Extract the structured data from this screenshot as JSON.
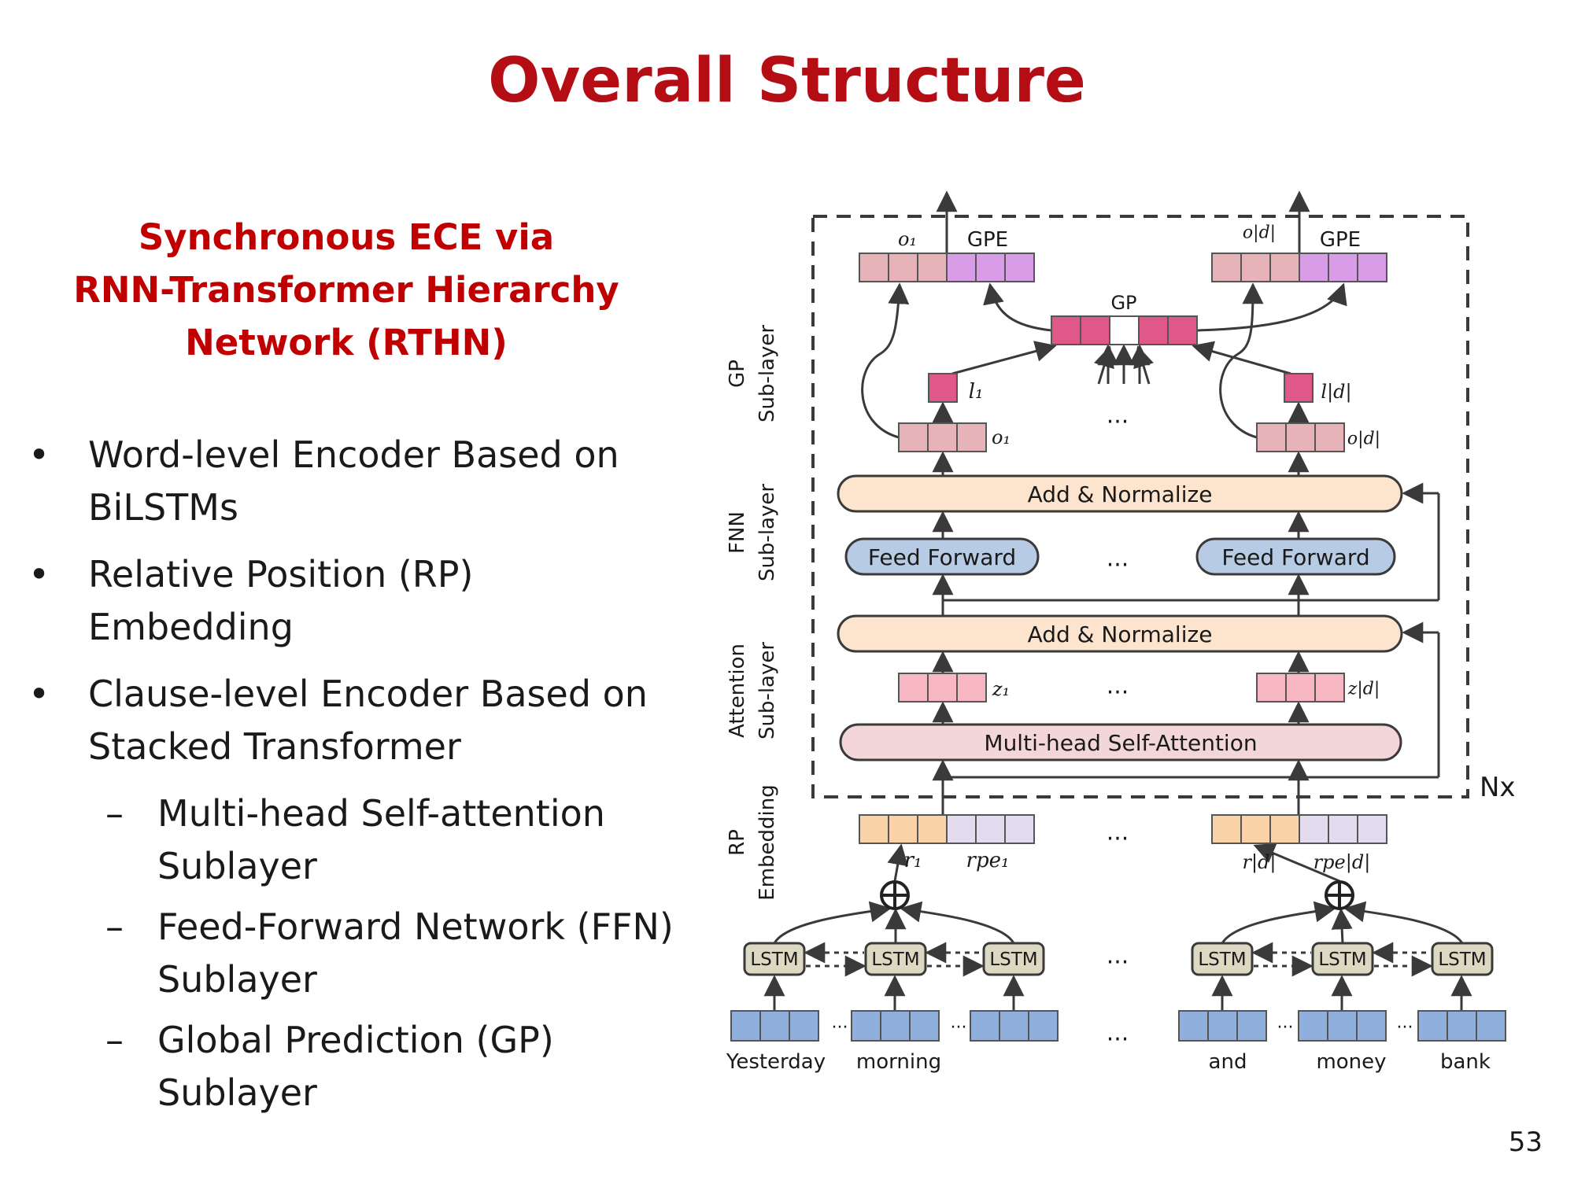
{
  "slide": {
    "title": "Overall Structure",
    "subtitle": [
      "Synchronous ECE via",
      "RNN-Transformer Hierarchy",
      "Network (RTHN)"
    ],
    "bullets": [
      {
        "marker": "•",
        "lines": [
          "Word-level Encoder Based on",
          "BiLSTMs"
        ]
      },
      {
        "marker": "•",
        "lines": [
          "Relative Position (RP)",
          "Embedding"
        ]
      },
      {
        "marker": "•",
        "lines": [
          "Clause-level Encoder Based on",
          "Stacked Transformer"
        ]
      }
    ],
    "subbullets": [
      {
        "marker": "–",
        "lines": [
          "Multi-head Self-attention",
          "Sublayer"
        ]
      },
      {
        "marker": "–",
        "lines": [
          "Feed-Forward Network (FFN)",
          "Sublayer"
        ]
      },
      {
        "marker": "–",
        "lines": [
          "Global Prediction (GP) Sublayer"
        ]
      }
    ],
    "page_number": "53"
  },
  "diagram": {
    "side_labels": {
      "gp": [
        "GP",
        "Sub-layer"
      ],
      "fnn": [
        "FNN",
        "Sub-layer"
      ],
      "attention": [
        "Attention",
        "Sub-layer"
      ],
      "rp": [
        "RP",
        "Embedding"
      ]
    },
    "nx": "Nx",
    "gp_top_label": "GP",
    "gpe_label": "GPE",
    "add_normalize": "Add & Normalize",
    "feed_forward": "Feed Forward",
    "self_attention": "Multi-head Self-Attention",
    "lstm": "LSTM",
    "ellipsis": "...",
    "words": [
      "Yesterday",
      "morning",
      "and",
      "money",
      "bank"
    ],
    "math": {
      "o1": "o₁",
      "od": "o|d|",
      "l1": "l₁",
      "ld": "l|d|",
      "z1": "z₁",
      "zd": "z|d|",
      "r1": "r₁",
      "rd": "r|d|",
      "rpe1": "rpe₁",
      "rped": "rpe|d|"
    },
    "colors": {
      "o_cell": "#e6b3b8",
      "gpe_cell": "#d89de6",
      "gp_cell": "#e0578a",
      "z_cell": "#f7b8c3",
      "rp_r_cell": "#fbd3a8",
      "rp_rpe_cell": "#e3dbee",
      "word_cell": "#8fb0dd",
      "lstm_box": "#ddd8c1",
      "add_norm": "#fde4cf",
      "feed_forward": "#b8cbe4",
      "attention": "#f3d7d8",
      "title": "#b40d14",
      "subtitle": "#c00000"
    }
  }
}
